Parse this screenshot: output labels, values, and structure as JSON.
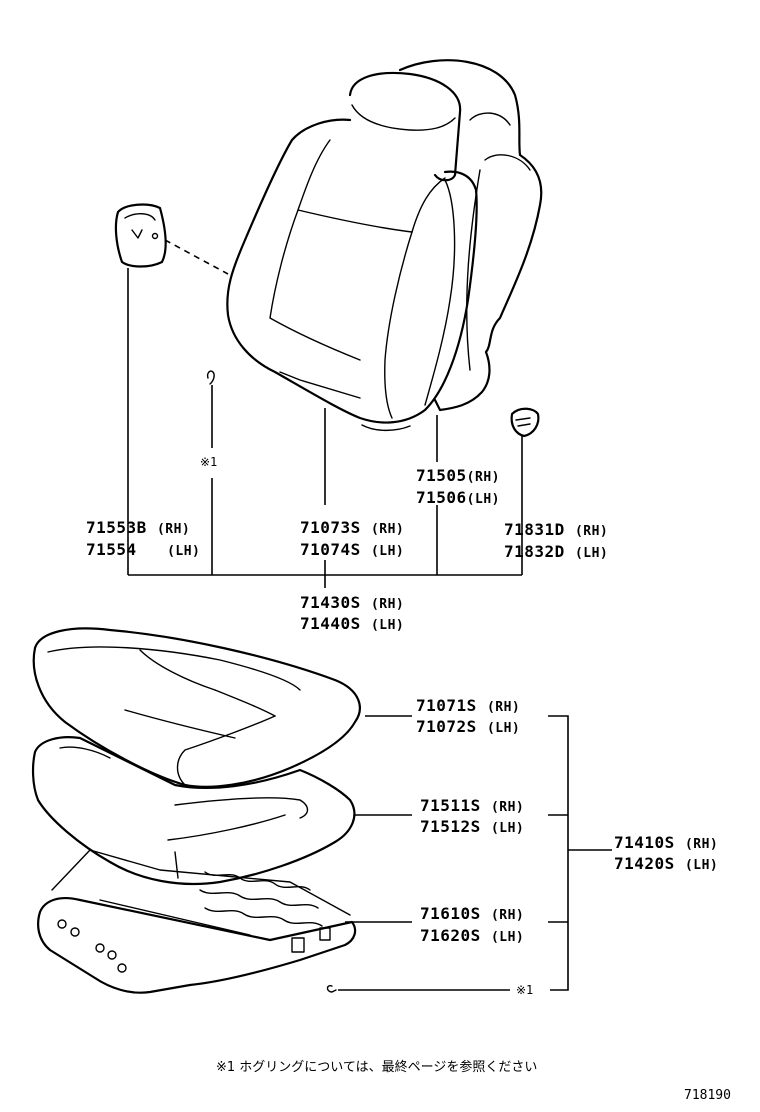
{
  "parts": {
    "p71553b": {
      "code": "71553B",
      "side": "(RH)"
    },
    "p71554": {
      "code": "71554",
      "side": "(LH)"
    },
    "p71073s": {
      "code": "71073S",
      "side": "(RH)"
    },
    "p71074s": {
      "code": "71074S",
      "side": "(LH)"
    },
    "p71505": {
      "code": "71505",
      "side": "(RH)"
    },
    "p71506": {
      "code": "71506",
      "side": "(LH)"
    },
    "p71831d": {
      "code": "71831D",
      "side": "(RH)"
    },
    "p71832d": {
      "code": "71832D",
      "side": "(LH)"
    },
    "p71430s": {
      "code": "71430S",
      "side": "(RH)"
    },
    "p71440s": {
      "code": "71440S",
      "side": "(LH)"
    },
    "p71071s": {
      "code": "71071S",
      "side": "(RH)"
    },
    "p71072s": {
      "code": "71072S",
      "side": "(LH)"
    },
    "p71511s": {
      "code": "71511S",
      "side": "(RH)"
    },
    "p71512s": {
      "code": "71512S",
      "side": "(LH)"
    },
    "p71610s": {
      "code": "71610S",
      "side": "(RH)"
    },
    "p71620s": {
      "code": "71620S",
      "side": "(LH)"
    },
    "p71410s": {
      "code": "71410S",
      "side": "(RH)"
    },
    "p71420s": {
      "code": "71420S",
      "side": "(LH)"
    }
  },
  "markers": {
    "ref1_upper": "※1",
    "ref1_lower": "※1"
  },
  "footnote": "※1  ホグリングについては、最終ページを参照ください",
  "figure_number": "718190"
}
